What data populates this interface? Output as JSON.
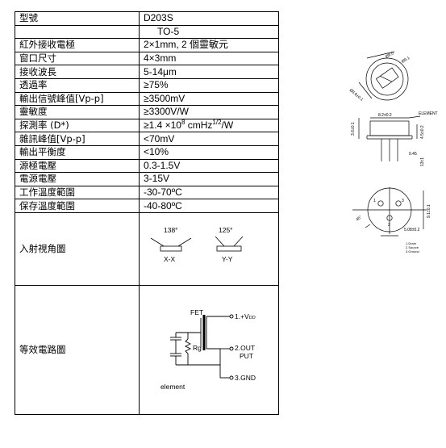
{
  "rows": [
    {
      "key": "型號",
      "value": "D203S"
    },
    {
      "key": "",
      "value": "TO-5"
    },
    {
      "key": "紅外接收電極",
      "value": "2×1mm, 2 個靈敏元"
    },
    {
      "key": "窗口尺寸",
      "value": "4×3mm"
    },
    {
      "key": "接收波長",
      "value": "5-14μm"
    },
    {
      "key": "透過率",
      "value": "≥75%"
    },
    {
      "key": "輸出信號峰值[Vp-p]",
      "value": "≥3500mV"
    },
    {
      "key": "靈敏度",
      "value": "≥3300V/W"
    },
    {
      "key": "探測率 (D*)",
      "value_main": "≥1.4 ×10",
      "value_exp1": "8",
      "value_mid": " cmHz",
      "value_exp2": "1/2",
      "value_end": "/W"
    },
    {
      "key": "雜訊峰值[Vp-p]",
      "value": "<70mV"
    },
    {
      "key": "輸出平衡度",
      "value": "<10%"
    },
    {
      "key": "源極電壓",
      "value": "0.3-1.5V"
    },
    {
      "key": "電源電壓",
      "value": "3-15V"
    },
    {
      "key": "工作溫度範圍",
      "value": "-30-70ºC"
    },
    {
      "key": "保存溫度範圍",
      "value": "-40-80ºC"
    }
  ],
  "viewing_angle": {
    "key": "入射視角圖",
    "angle_x": "138°",
    "label_x": "X-X",
    "angle_y": "125°",
    "label_y": "Y-Y"
  },
  "circuit": {
    "key": "等效電路圖",
    "fet": "FET",
    "pin1": "1.+V",
    "pin1_sub": "DD",
    "pin2a": "2.OUT",
    "pin2b": "PUT",
    "pin3": "3.GND",
    "rg": "Rg",
    "element": "element"
  },
  "package": {
    "dim_top": "Ø8.0",
    "dim_window": "Ø9.1",
    "dim_side": "Ø8.6±0.1",
    "dim_height": "3.6±0.1",
    "dim_body": "8.2±0.2",
    "label_element": "ELEMENT",
    "dim_right": "4.5±0.2",
    "dim_pin": "0.45",
    "dim_lead": "13±1",
    "dim_pitch": "9.1±0.1",
    "angle": "45°",
    "dim_bottom": "5.08±0.2",
    "pin_labels": [
      "1.Drain",
      "2.Source",
      "3.Ground"
    ],
    "pin_nums": [
      "1",
      "2",
      "3"
    ]
  }
}
